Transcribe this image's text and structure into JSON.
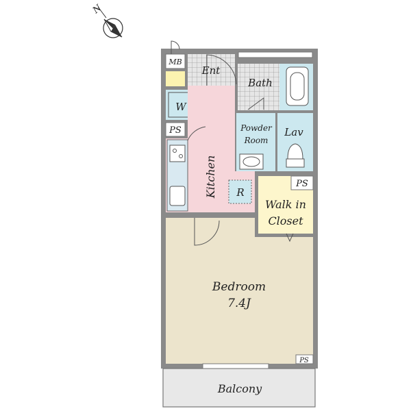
{
  "compass": {
    "label": "N"
  },
  "rooms": {
    "mb": "MB",
    "entrance": "Ent",
    "bath": "Bath",
    "washer": "W",
    "ps_left": "PS",
    "powder_room_line1": "Powder",
    "powder_room_line2": "Room",
    "lavatory": "Lav",
    "kitchen": "Kitchen",
    "refrigerator": "R",
    "ps_right": "PS",
    "walk_in_closet_line1": "Walk in",
    "walk_in_closet_line2": "Closet",
    "bedroom": "Bedroom",
    "bedroom_size": "7.4J",
    "ps_bottom": "PS",
    "balcony": "Balcony"
  },
  "colors": {
    "wall": "#8a8a8a",
    "kitchen": "#f6d6da",
    "bedroom": "#ece4cc",
    "wet_area": "#cce8ef",
    "closet": "#fdf6cc",
    "entrance_tile": "#e3e3e3",
    "storage": "#fcf3b0",
    "balcony": "#e8e8e8"
  }
}
